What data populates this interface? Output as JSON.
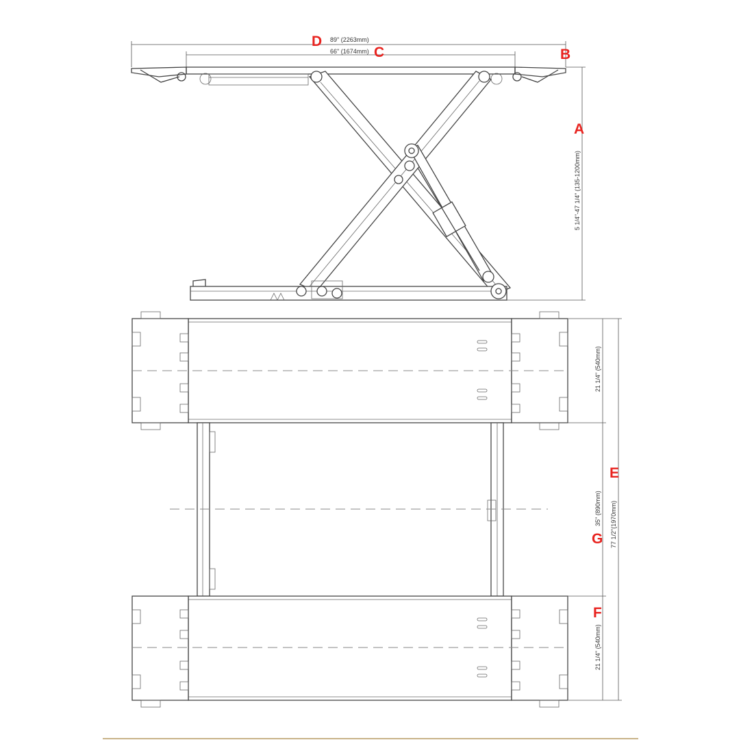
{
  "labels": {
    "A": "A",
    "B": "B",
    "C": "C",
    "D": "D",
    "E": "E",
    "F": "F",
    "G": "G"
  },
  "dimensions": {
    "overall_width": "89\" (2263mm)",
    "platform_width": "66\" (1674mm)",
    "lift_height": "5 1/4\"-47 1/4\" (135-1200mm)",
    "overall_length": "77 1/2\"(1970mm)",
    "platform_length_top": "21 1/4\" (540mm)",
    "center_gap": "35\" (890mm)",
    "platform_length_bottom": "21 1/4\" (540mm)"
  },
  "colors": {
    "label": "#e8231f",
    "line": "#444444"
  }
}
